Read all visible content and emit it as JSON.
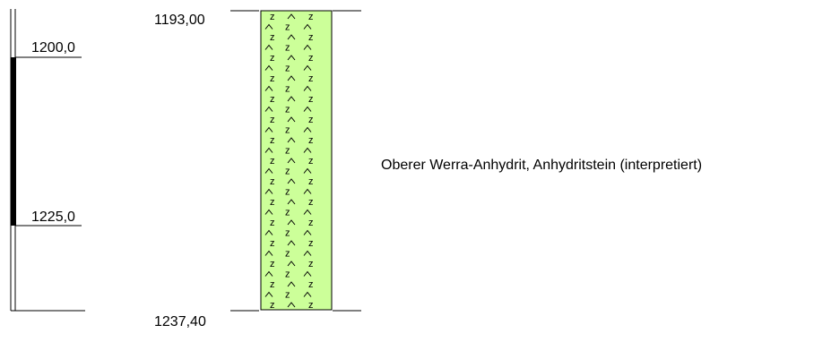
{
  "depth_scale": {
    "marks": [
      {
        "label": "1200,0",
        "depth": 1200.0
      },
      {
        "label": "1225,0",
        "depth": 1225.0
      }
    ],
    "core_interval": {
      "top": 1199.5,
      "bottom": 1225.0
    }
  },
  "layer": {
    "top_label": "1193,00",
    "bottom_label": "1237,40",
    "top": 1193.0,
    "bottom": 1237.4,
    "description": "Oberer Werra-Anhydrit, Anhydritstein (interpretiert)",
    "fill_color": "#ccff99",
    "pattern_symbols": [
      "z",
      "^"
    ]
  }
}
